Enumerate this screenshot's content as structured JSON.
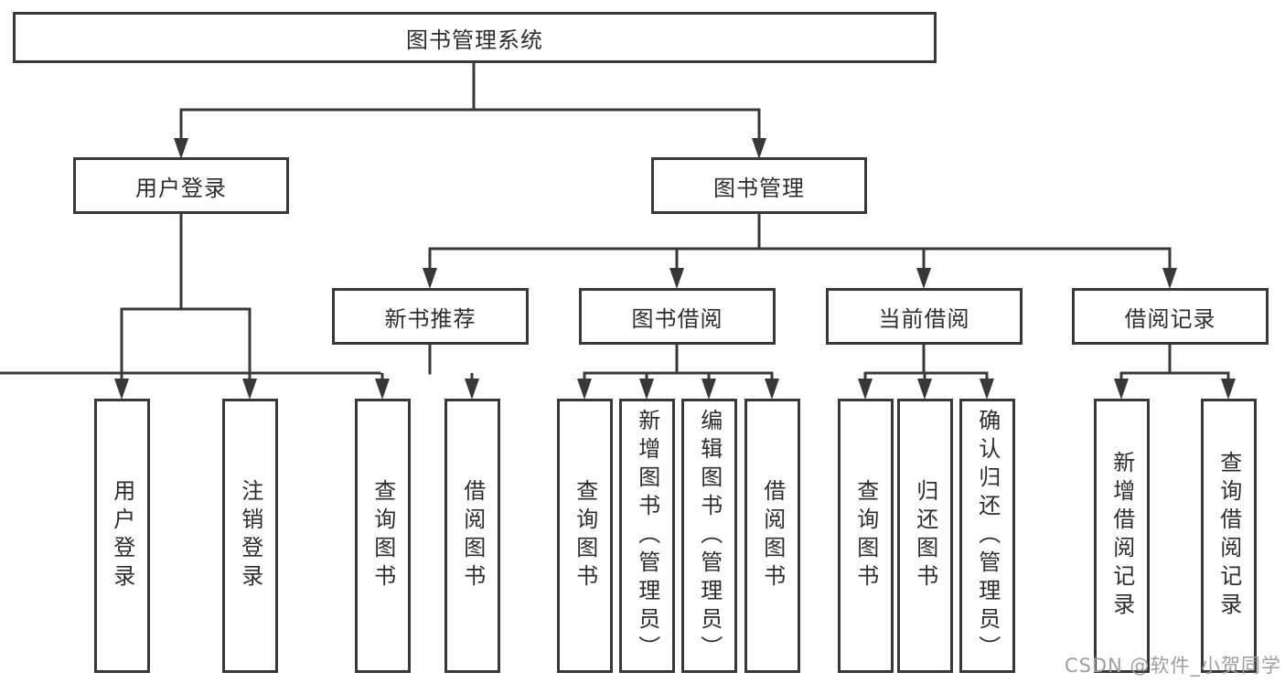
{
  "root": {
    "label": "图书管理系统"
  },
  "level2": [
    {
      "label": "用户登录"
    },
    {
      "label": "图书管理"
    }
  ],
  "level3": [
    {
      "label": "新书推荐"
    },
    {
      "label": "图书借阅"
    },
    {
      "label": "当前借阅"
    },
    {
      "label": "借阅记录"
    }
  ],
  "leaves": {
    "user_login": [
      {
        "label": "用户登录"
      },
      {
        "label": "注销登录"
      }
    ],
    "new_book": [
      {
        "label": "查询图书"
      },
      {
        "label": "借阅图书"
      }
    ],
    "book_borrow": [
      {
        "label": "查询图书"
      },
      {
        "label": "新增图书（管理员）"
      },
      {
        "label": "编辑图书（管理员）"
      },
      {
        "label": "借阅图书"
      }
    ],
    "current_borrow": [
      {
        "label": "查询图书"
      },
      {
        "label": "归还图书"
      },
      {
        "label": "确认归还（管理员）"
      }
    ],
    "borrow_records": [
      {
        "label": "新增借阅记录"
      },
      {
        "label": "查询借阅记录"
      }
    ]
  },
  "watermark": "CSDN @软件_小贺同学",
  "colors": {
    "line": "#383838",
    "box_fill": "#ffffff",
    "text": "#2d2d2d",
    "watermark": "#9e9e9e"
  }
}
